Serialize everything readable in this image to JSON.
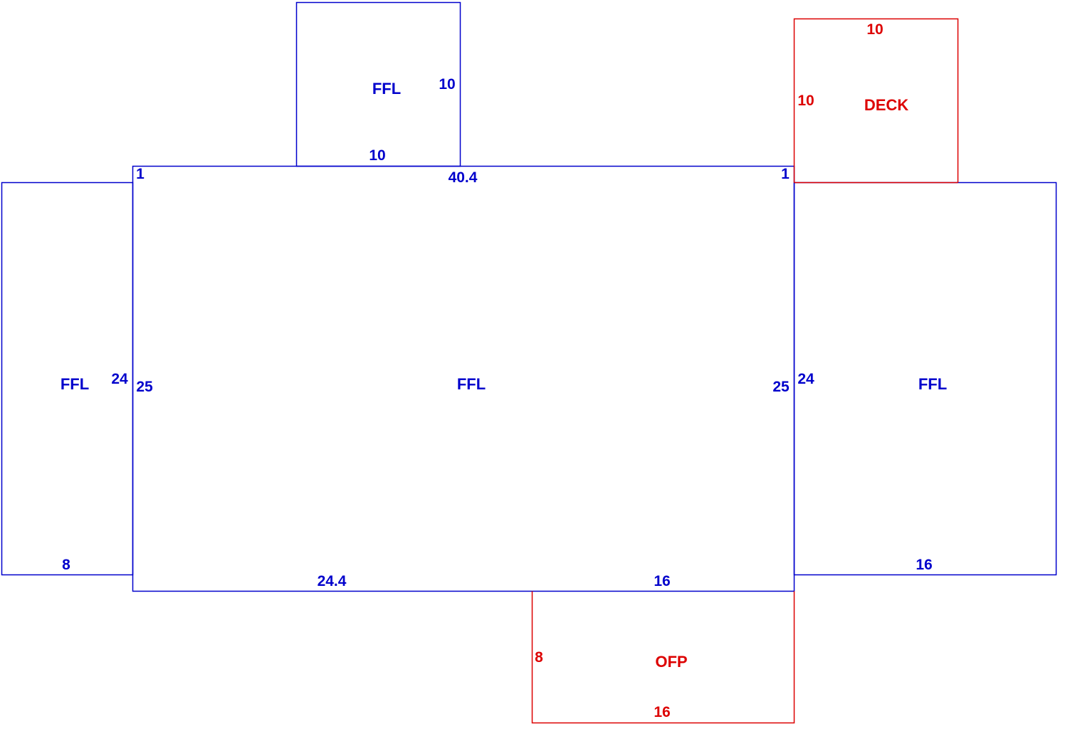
{
  "colors": {
    "living": "#0000cc",
    "exterior": "#dd0000"
  },
  "areas": {
    "main": {
      "label": "FFL",
      "top_dimension": "40.4",
      "left_dimension": "25",
      "right_dimension": "25",
      "bottom_left_dimension": "24.4",
      "bottom_right_dimension": "16",
      "top_left_offset": "1",
      "top_right_offset": "1"
    },
    "top_addition": {
      "label": "FFL",
      "width": "10",
      "depth": "10"
    },
    "left_wing": {
      "label": "FFL",
      "width": "8",
      "depth": "24"
    },
    "right_wing": {
      "label": "FFL",
      "width": "16",
      "depth": "24"
    },
    "deck": {
      "label": "DECK",
      "width": "10",
      "depth": "10"
    },
    "porch": {
      "label": "OFP",
      "width": "16",
      "depth": "8"
    }
  }
}
